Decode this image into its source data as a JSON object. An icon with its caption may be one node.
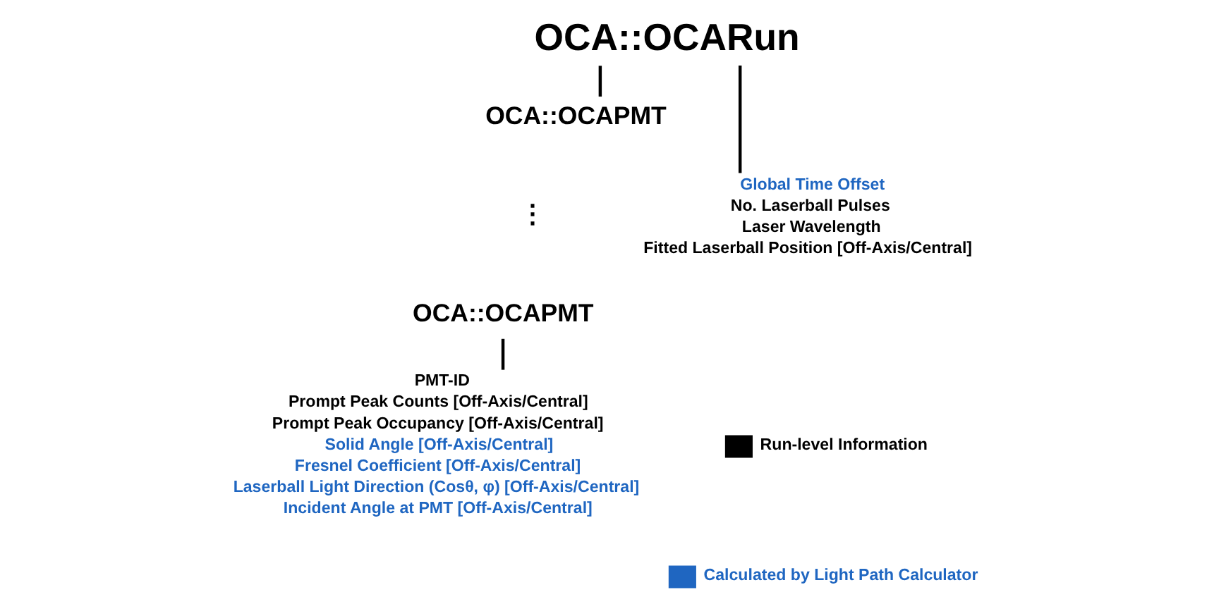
{
  "diagram": {
    "nodes": [
      {
        "text": [
          "OCA::OCARun"
        ]
      },
      {
        "text": [
          "OCA::OCAPMT"
        ]
      },
      {
        "text": [
          "OCA::OCAPMT"
        ]
      },
      {
        "text": [
          "Global Time Offset",
          "No. Laserball Pulses",
          "Laser Wavelength",
          "Fitted Laserball Position [Off-Axis/Central]"
        ]
      },
      {
        "text": [
          "PMT-ID",
          "Prompt Peak Counts [Off-Axis/Central]",
          "Prompt Peak Occupancy [Off-Axis/Central]",
          "Solid Angle [Off-Axis/Central]",
          "Fresnel Coefficient [Off-Axis/Central]",
          "Laserball Light Direction (Cosθ, φ) [Off-Axis/Central]",
          "Incident Angle at PMT [Off-Axis/Central]"
        ]
      }
    ],
    "edges": [
      {
        "from": 0,
        "to": 1,
        "arrow": "none"
      },
      {
        "from": 0,
        "to": 3,
        "arrow": "none"
      },
      {
        "from": 2,
        "to": 4,
        "arrow": "none"
      }
    ],
    "labels": [
      "⋮"
    ],
    "legend": [
      {
        "text": "Run-level Information",
        "color": "#000000"
      },
      {
        "text": "Calculated by Light Path Calculator",
        "color": "#1f66c1"
      }
    ]
  }
}
